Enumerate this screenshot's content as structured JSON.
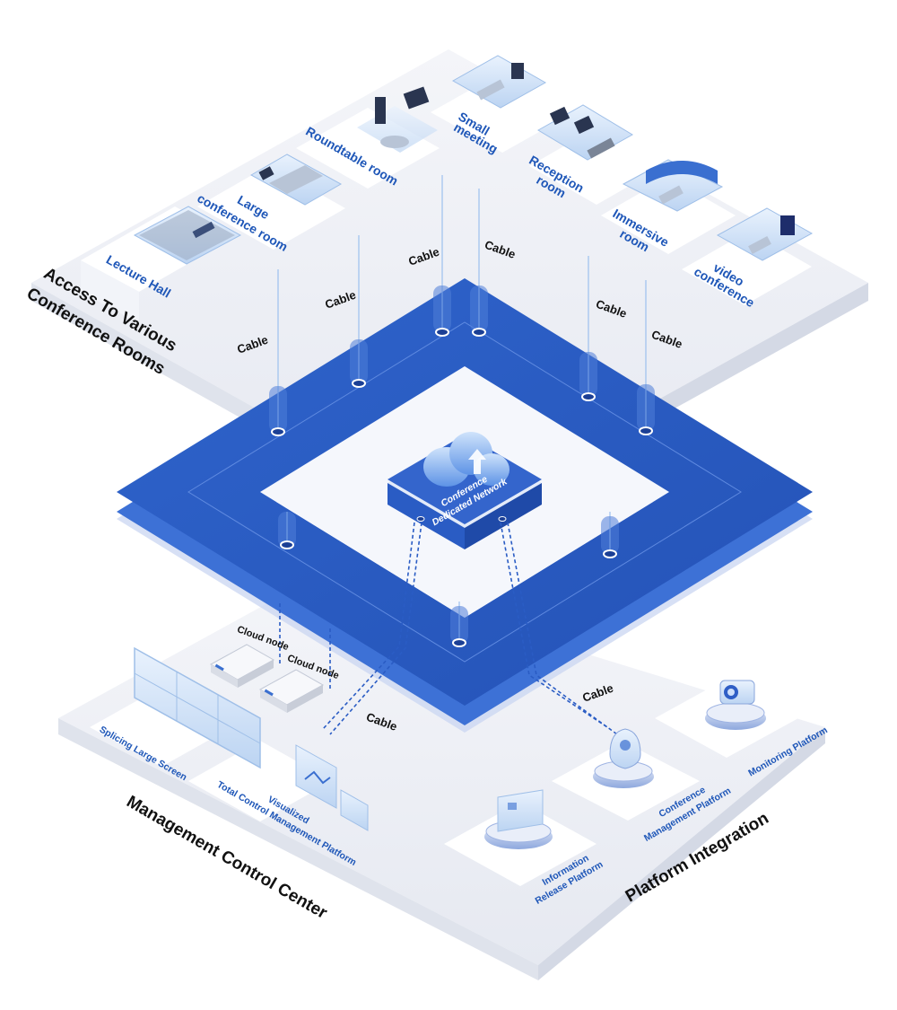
{
  "colors": {
    "ring_top": "#2a5cc4",
    "ring_front": "#3d71d6",
    "ring_shadow": "#c9d5f2",
    "platform": "#eef0f6",
    "platform_edge": "#dde2ee",
    "card": "#ffffff",
    "label_blue": "#1f57b8",
    "room_glass": "#d4e4f8",
    "cable": "#9cc0ee"
  },
  "sections": {
    "conference_rooms": [
      "Access To Various",
      "Conference Rooms"
    ],
    "management": "Management Control Center",
    "platform_integration": "Platform Integration"
  },
  "center": {
    "line1": "Conference",
    "line2": "Dedicated Network",
    "icon": "cloud-upload-icon"
  },
  "rooms": [
    {
      "id": "lecture-hall",
      "label": [
        "Lecture Hall"
      ],
      "icon": "lecture-hall-room-icon"
    },
    {
      "id": "large-conference",
      "label": [
        "Large",
        "conference room"
      ],
      "icon": "large-conference-room-icon"
    },
    {
      "id": "roundtable",
      "label": [
        "Roundtable room"
      ],
      "icon": "roundtable-room-icon"
    },
    {
      "id": "small-meeting",
      "label": [
        "Small",
        "meeting"
      ],
      "icon": "small-meeting-room-icon"
    },
    {
      "id": "reception",
      "label": [
        "Reception",
        "room"
      ],
      "icon": "reception-room-icon"
    },
    {
      "id": "immersive",
      "label": [
        "Immersive",
        "room"
      ],
      "icon": "immersive-room-icon"
    },
    {
      "id": "video-conference",
      "label": [
        "video",
        "conference"
      ],
      "icon": "video-conference-room-icon"
    }
  ],
  "cables": {
    "label": "Cable",
    "count_top": 6,
    "count_bottom": 2
  },
  "management_items": [
    {
      "id": "splicing",
      "label": [
        "Splicing Large Screen"
      ],
      "icon": "video-wall-icon"
    },
    {
      "id": "total-control",
      "label": [
        "Visualized",
        "Total Control Management Platform"
      ],
      "icon": "dashboard-screen-icon"
    }
  ],
  "cloud_nodes": [
    {
      "label": "Cloud node",
      "icon": "server-node-icon"
    },
    {
      "label": "Cloud node",
      "icon": "server-node-icon"
    }
  ],
  "platform_items": [
    {
      "id": "info-release",
      "label": [
        "Information",
        "Release Platform"
      ],
      "icon": "info-release-icon"
    },
    {
      "id": "conf-mgmt",
      "label": [
        "Conference",
        "Management Platform"
      ],
      "icon": "conference-mgmt-icon"
    },
    {
      "id": "monitoring",
      "label": [
        "Monitoring Platform"
      ],
      "icon": "camera-monitoring-icon"
    }
  ]
}
